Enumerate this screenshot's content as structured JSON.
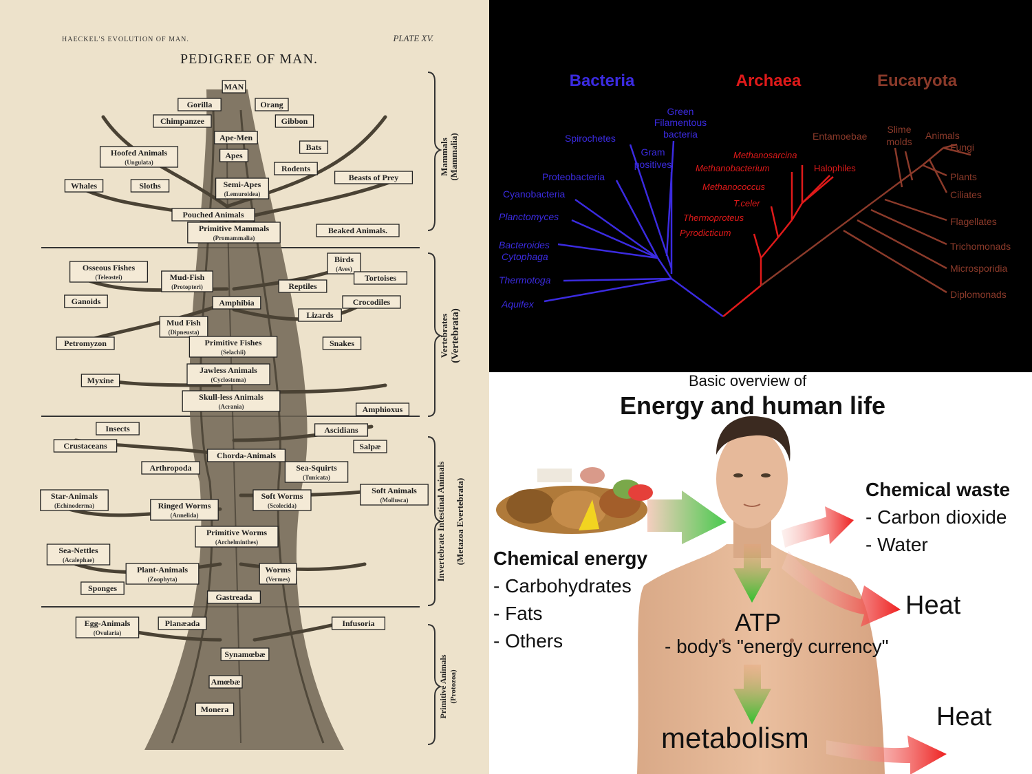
{
  "haeckel": {
    "header_left": "HAECKEL'S EVOLUTION OF MAN.",
    "header_right": "PLATE XV.",
    "title": "PEDIGREE OF MAN.",
    "sections": [
      {
        "label": "Mammals",
        "sub": "(Mammalia)"
      },
      {
        "label": "Vertebrates",
        "sub": "(Vertebrata)"
      },
      {
        "label": "Invertebrate Intestinal Animals",
        "sub": "(Metazoa Evertebrata)"
      },
      {
        "label": "Primitive Animals",
        "sub": "(Protozoa)"
      }
    ],
    "nodes": [
      {
        "label": "MAN",
        "sub": ""
      },
      {
        "label": "Gorilla",
        "sub": ""
      },
      {
        "label": "Orang",
        "sub": ""
      },
      {
        "label": "Chimpanzee",
        "sub": ""
      },
      {
        "label": "Gibbon",
        "sub": ""
      },
      {
        "label": "Ape-Men",
        "sub": ""
      },
      {
        "label": "Apes",
        "sub": ""
      },
      {
        "label": "Bats",
        "sub": ""
      },
      {
        "label": "Hoofed Animals",
        "sub": "(Ungulata)"
      },
      {
        "label": "Rodents",
        "sub": ""
      },
      {
        "label": "Whales",
        "sub": ""
      },
      {
        "label": "Sloths",
        "sub": ""
      },
      {
        "label": "Semi-Apes",
        "sub": "(Lemuroidea)"
      },
      {
        "label": "Beasts of Prey",
        "sub": ""
      },
      {
        "label": "Pouched Animals",
        "sub": ""
      },
      {
        "label": "Primitive Mammals",
        "sub": "(Promammalia)"
      },
      {
        "label": "Beaked Animals.",
        "sub": ""
      },
      {
        "label": "Osseous Fishes",
        "sub": "(Teleostei)"
      },
      {
        "label": "Mud-Fish",
        "sub": "(Protopteri)"
      },
      {
        "label": "Birds",
        "sub": "(Aves)"
      },
      {
        "label": "Tortoises",
        "sub": ""
      },
      {
        "label": "Reptiles",
        "sub": ""
      },
      {
        "label": "Ganoids",
        "sub": ""
      },
      {
        "label": "Amphibia",
        "sub": ""
      },
      {
        "label": "Crocodiles",
        "sub": ""
      },
      {
        "label": "Lizards",
        "sub": ""
      },
      {
        "label": "Mud Fish",
        "sub": "(Dipneusta)"
      },
      {
        "label": "Petromyzon",
        "sub": ""
      },
      {
        "label": "Primitive Fishes",
        "sub": "(Selachii)"
      },
      {
        "label": "Snakes",
        "sub": ""
      },
      {
        "label": "Jawless Animals",
        "sub": "(Cyclostoma)"
      },
      {
        "label": "Myxine",
        "sub": ""
      },
      {
        "label": "Skull-less Animals",
        "sub": "(Acrania)"
      },
      {
        "label": "Amphioxus",
        "sub": ""
      },
      {
        "label": "Insects",
        "sub": ""
      },
      {
        "label": "Ascidians",
        "sub": ""
      },
      {
        "label": "Crustaceans",
        "sub": ""
      },
      {
        "label": "Salpæ",
        "sub": ""
      },
      {
        "label": "Chorda-Animals",
        "sub": ""
      },
      {
        "label": "Arthropoda",
        "sub": ""
      },
      {
        "label": "Sea-Squirts",
        "sub": "(Tunicata)"
      },
      {
        "label": "Star-Animals",
        "sub": "(Echinoderma)"
      },
      {
        "label": "Soft Animals",
        "sub": "(Mollusca)"
      },
      {
        "label": "Ringed Worms",
        "sub": "(Annelida)"
      },
      {
        "label": "Soft Worms",
        "sub": "(Scolecida)"
      },
      {
        "label": "Primitive Worms",
        "sub": "(Archelminthes)"
      },
      {
        "label": "Sea-Nettles",
        "sub": "(Acalephae)"
      },
      {
        "label": "Plant-Animals",
        "sub": "(Zoophyta)"
      },
      {
        "label": "Worms",
        "sub": "(Vermes)"
      },
      {
        "label": "Sponges",
        "sub": ""
      },
      {
        "label": "Gastreada",
        "sub": ""
      },
      {
        "label": "Egg-Animals",
        "sub": "(Ovularia)"
      },
      {
        "label": "Planæada",
        "sub": ""
      },
      {
        "label": "Infusoria",
        "sub": ""
      },
      {
        "label": "Synamœbæ",
        "sub": ""
      },
      {
        "label": "Amœbæ",
        "sub": ""
      },
      {
        "label": "Monera",
        "sub": ""
      }
    ]
  },
  "phylo": {
    "domains": [
      {
        "name": "Bacteria",
        "color": "#3b2be0"
      },
      {
        "name": "Archaea",
        "color": "#e01a1a"
      },
      {
        "name": "Eucaryota",
        "color": "#8b3a2a"
      }
    ],
    "bacteria_taxa": [
      "Green",
      "Filamentous",
      "bacteria",
      "Spirochetes",
      "Gram",
      "positives",
      "Proteobacteria",
      "Cyanobacteria",
      "Planctomyces",
      "Bacteroides",
      "Cytophaga",
      "Thermotoga",
      "Aquifex"
    ],
    "archaea_taxa": [
      "Methanosarcina",
      "Methanobacterium",
      "Halophiles",
      "Methanococcus",
      "T.celer",
      "Thermoproteus",
      "Pyrodicticum"
    ],
    "eucaryota_taxa": [
      "Entamoebae",
      "Slime",
      "molds",
      "Animals",
      "Fungi",
      "Plants",
      "Ciliates",
      "Flagellates",
      "Trichomonads",
      "Microsporidia",
      "Diplomonads"
    ]
  },
  "energy": {
    "subtitle": "Basic overview of",
    "title": "Energy and human life",
    "chemical_energy": {
      "heading": "Chemical energy",
      "items": [
        "- Carbohydrates",
        "- Fats",
        "- Others"
      ]
    },
    "chemical_waste": {
      "heading": "Chemical waste",
      "items": [
        "- Carbon dioxide",
        "- Water"
      ]
    },
    "atp": "ATP",
    "atp_desc": "- body's \"energy currency\"",
    "metabolism": "metabolism",
    "heat_upper": "Heat",
    "heat_lower": "Heat"
  }
}
